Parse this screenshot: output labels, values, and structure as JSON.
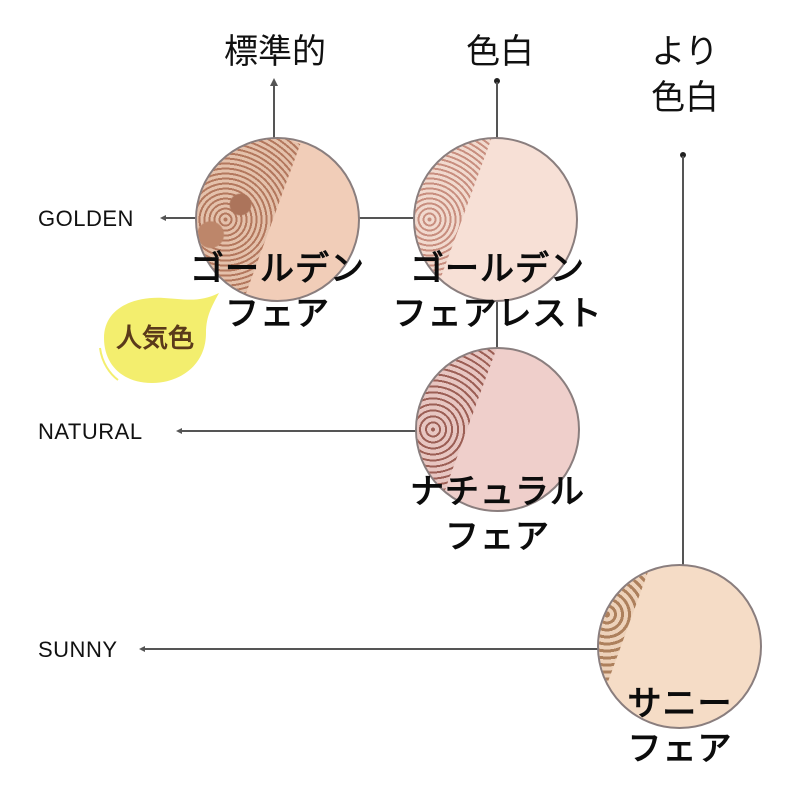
{
  "columns": [
    {
      "label": "標準的"
    },
    {
      "label": "色白"
    },
    {
      "label_line1": "より",
      "label_line2": "色白"
    }
  ],
  "rows": [
    {
      "label": "GOLDEN"
    },
    {
      "label": "NATURAL"
    },
    {
      "label": "SUNNY"
    }
  ],
  "products": [
    {
      "name_line1": "ゴールデン",
      "name_line2": "フェア",
      "fill": "#f1cdb8",
      "powder": "#a0644a"
    },
    {
      "name_line1": "ゴールデン",
      "name_line2": "フェアレスト",
      "fill": "#f7e0d6",
      "powder": "#b0705c"
    },
    {
      "name_line1": "ナチュラル",
      "name_line2": "フェア",
      "fill": "#efcfcb",
      "powder": "#8e4b40"
    },
    {
      "name_line1": "サニー",
      "name_line2": "フェア",
      "fill": "#f5dcc6",
      "powder": "#a0704a"
    }
  ],
  "badge": {
    "label": "人気色",
    "color": "#f3ee6e",
    "text_color": "#5a3a1a"
  },
  "colors": {
    "line": "#555555",
    "circle_border": "#8a7e7e"
  }
}
